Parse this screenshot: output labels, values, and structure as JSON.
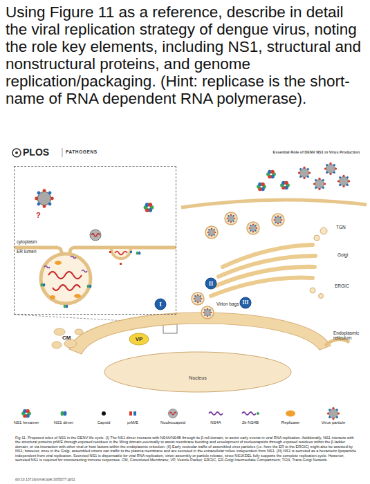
{
  "diagram": {
    "title": "Using Figure 11 as a reference, describe in detail the viral replication strategy of dengue virus, noting the role key elements, including NS1, structural and nonstructural proteins, and genome replication/packaging. (Hint: replicase is the short-name of RNA dependent RNA polymerase).",
    "caption": "Fig 11. Proposed roles of NS1 in the DENV life cycle. (I) The NS1 dimer interacts with NS4A/NS4B through its β-roll domain, to assist early events in viral RNA replication. Additionally, NS1 interacts with the structural proteins prM/E through exposed residues in the Wing domain eventually to assist membrane bending and envelopment of nucleocapsids through exposed residues within the β-ladder domain, or via interaction with other viral or host factors within the endoplasmic reticulum. (II) Early vesicular traffic of assembled virus particles (i.e. from the ER to the ERGIC) might also be assisted by NS1; however, once in the Golgi, assembled virions can traffic to the plasma membrane and are secreted in the extracellular milieu independent from NS1. (III) NS1 is secreted as a hexameric lipoparticle independent from viral replication. Secreted NS1 is dispensable for viral RNA replication, virion assembly or particle release, since NS1KDEL fully supports the complete replication cycle. However, secreted NS1 is required for counteracting immune responses. CM, Convoluted Membrane; VP, Vesicle Packet; ERGIC, ER-Golgi Intermediate Compartment; TGN, Trans-Golgi Network.",
    "nodes": [
      {
        "text": [
          "cytoplasm",
          "ER lumen"
        ]
      },
      {
        "text": [
          "I"
        ]
      },
      {
        "text": [
          "II"
        ]
      },
      {
        "text": [
          "III"
        ]
      },
      {
        "text": [
          "VP"
        ]
      },
      {
        "text": [
          "Nucleus"
        ]
      }
    ],
    "labels": [
      "PLOS",
      "PATHOGENS",
      "Essential Role of DENV NS1 in Virus Production",
      "?",
      "TGN",
      "Golgi",
      "ERGIC",
      "Virion bags",
      "Endoplasmic reticulum",
      "CM",
      "doi:10.1371/journal.ppat.1005277.g011"
    ],
    "legend": [
      {
        "text": "NS1 hexamer"
      },
      {
        "text": "NS1 dimer"
      },
      {
        "text": "Capsid"
      },
      {
        "text": "prM/E"
      },
      {
        "text": "Nucleocapsid"
      },
      {
        "text": "NS4A"
      },
      {
        "text": "2k-NS4B"
      },
      {
        "text": "Replicase"
      },
      {
        "text": "Virus particle"
      }
    ]
  }
}
